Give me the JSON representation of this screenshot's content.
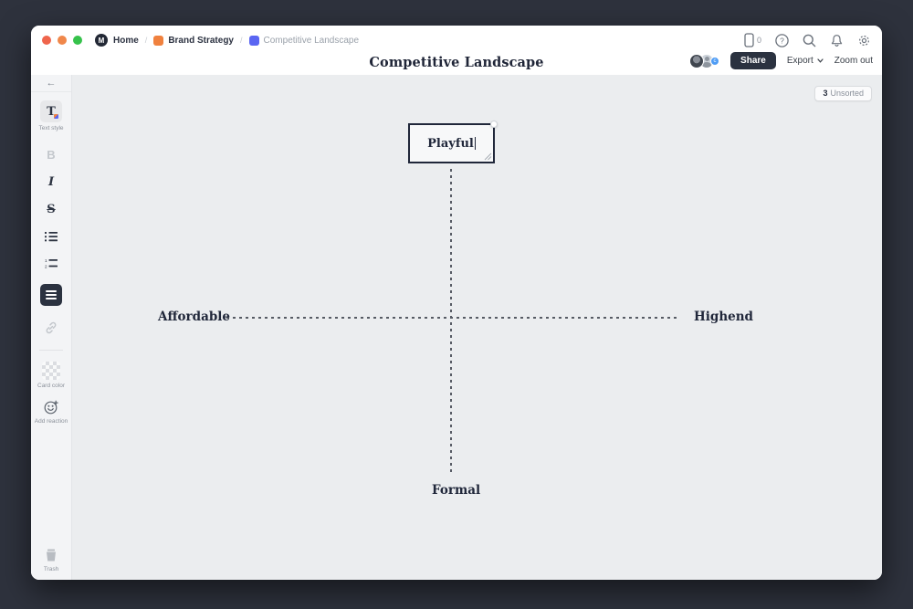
{
  "topbar": {
    "logo": "M",
    "breadcrumb": [
      {
        "label": "Home"
      },
      {
        "label": "Brand Strategy"
      },
      {
        "label": "Competitive Landscape"
      }
    ],
    "separator": "/",
    "mobile_count": "0"
  },
  "titlebar": {
    "title": "Competitive Landscape",
    "avatar_badge": "c",
    "share_label": "Share",
    "export_label": "Export",
    "zoom_out_label": "Zoom out"
  },
  "sidebar": {
    "back_glyph": "←",
    "text_style": {
      "glyph": "T",
      "label": "Text style"
    },
    "bold_glyph": "B",
    "italic_glyph": "I",
    "strikethrough_glyph": "S",
    "card_color_label": "Card color",
    "add_reaction_label": "Add reaction",
    "trash_label": "Trash"
  },
  "canvas": {
    "unsorted_count": "3",
    "unsorted_label": "Unsorted",
    "matrix": {
      "top": "Playful",
      "bottom": "Formal",
      "left": "Affordable",
      "right": "Highend"
    }
  },
  "colors": {
    "accent_orange": "#f0813e",
    "accent_blue": "#5a66f2",
    "dark_navy": "#2b3240",
    "traffic_red": "#ef654c",
    "traffic_yellow": "#f0874a",
    "traffic_green": "#36c24b",
    "canvas_bg": "#ebedef"
  }
}
